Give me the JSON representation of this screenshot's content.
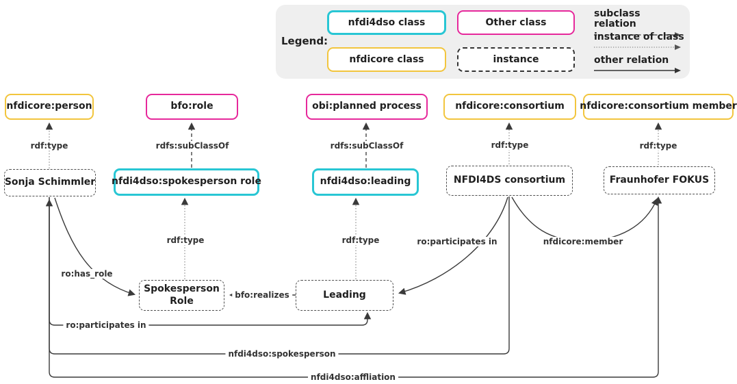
{
  "legend": {
    "title": "Legend:",
    "items": [
      {
        "label": "nfdi4dso class"
      },
      {
        "label": "Other class"
      },
      {
        "label": "nfdicore class"
      },
      {
        "label": "instance"
      }
    ],
    "relations": [
      {
        "label": "subclass relation",
        "style": "dashed"
      },
      {
        "label": "instance of class",
        "style": "dotted"
      },
      {
        "label": "other relation",
        "style": "solid"
      }
    ]
  },
  "colors": {
    "nfdi4dso_border": "#28c6d4",
    "nfdicore_border": "#f2c53d",
    "other_border": "#e6289b",
    "instance_border": "#4d4d4d",
    "edge": "#3a3a3a",
    "dotted_edge": "#9b9b9b",
    "legend_bg": "#efefef"
  },
  "nodes": {
    "person": {
      "label": "nfdicore:person"
    },
    "bfo_role": {
      "label": "bfo:role"
    },
    "obi_planned": {
      "label": "obi:planned process"
    },
    "consortium_class": {
      "label": "nfdicore:consortium"
    },
    "consortium_member_class": {
      "label": "nfdicore:consortium member"
    },
    "sonja": {
      "label": "Sonja Schimmler"
    },
    "spokesperson_role_class": {
      "label": "nfdi4dso:spokesperson role"
    },
    "leading_class": {
      "label": "nfdi4dso:leading"
    },
    "consortium_instance": {
      "label": "NFDI4DS consortium"
    },
    "fokus": {
      "label": "Fraunhofer FOKUS"
    },
    "spokesperson_role_instance": {
      "label": "Spokesperson Role"
    },
    "leading_instance": {
      "label": "Leading"
    }
  },
  "edges": {
    "sonja_type": "rdf:type",
    "spokesperson_subclass": "rdfs:subClassOf",
    "leading_subclass": "rdfs:subClassOf",
    "consortium_type": "rdf:type",
    "fokus_type": "rdf:type",
    "spokesperson_instance_type": "rdf:type",
    "leading_instance_type": "rdf:type",
    "has_role": "ro:has_role",
    "realizes": "bfo:realizes",
    "participates_curve": "ro:participates in",
    "member": "nfdicore:member",
    "participates_bottom": "ro:participates in",
    "spokesperson_bottom": "nfdi4dso:spokesperson",
    "affiliation_bottom": "nfdi4dso:affliation"
  }
}
